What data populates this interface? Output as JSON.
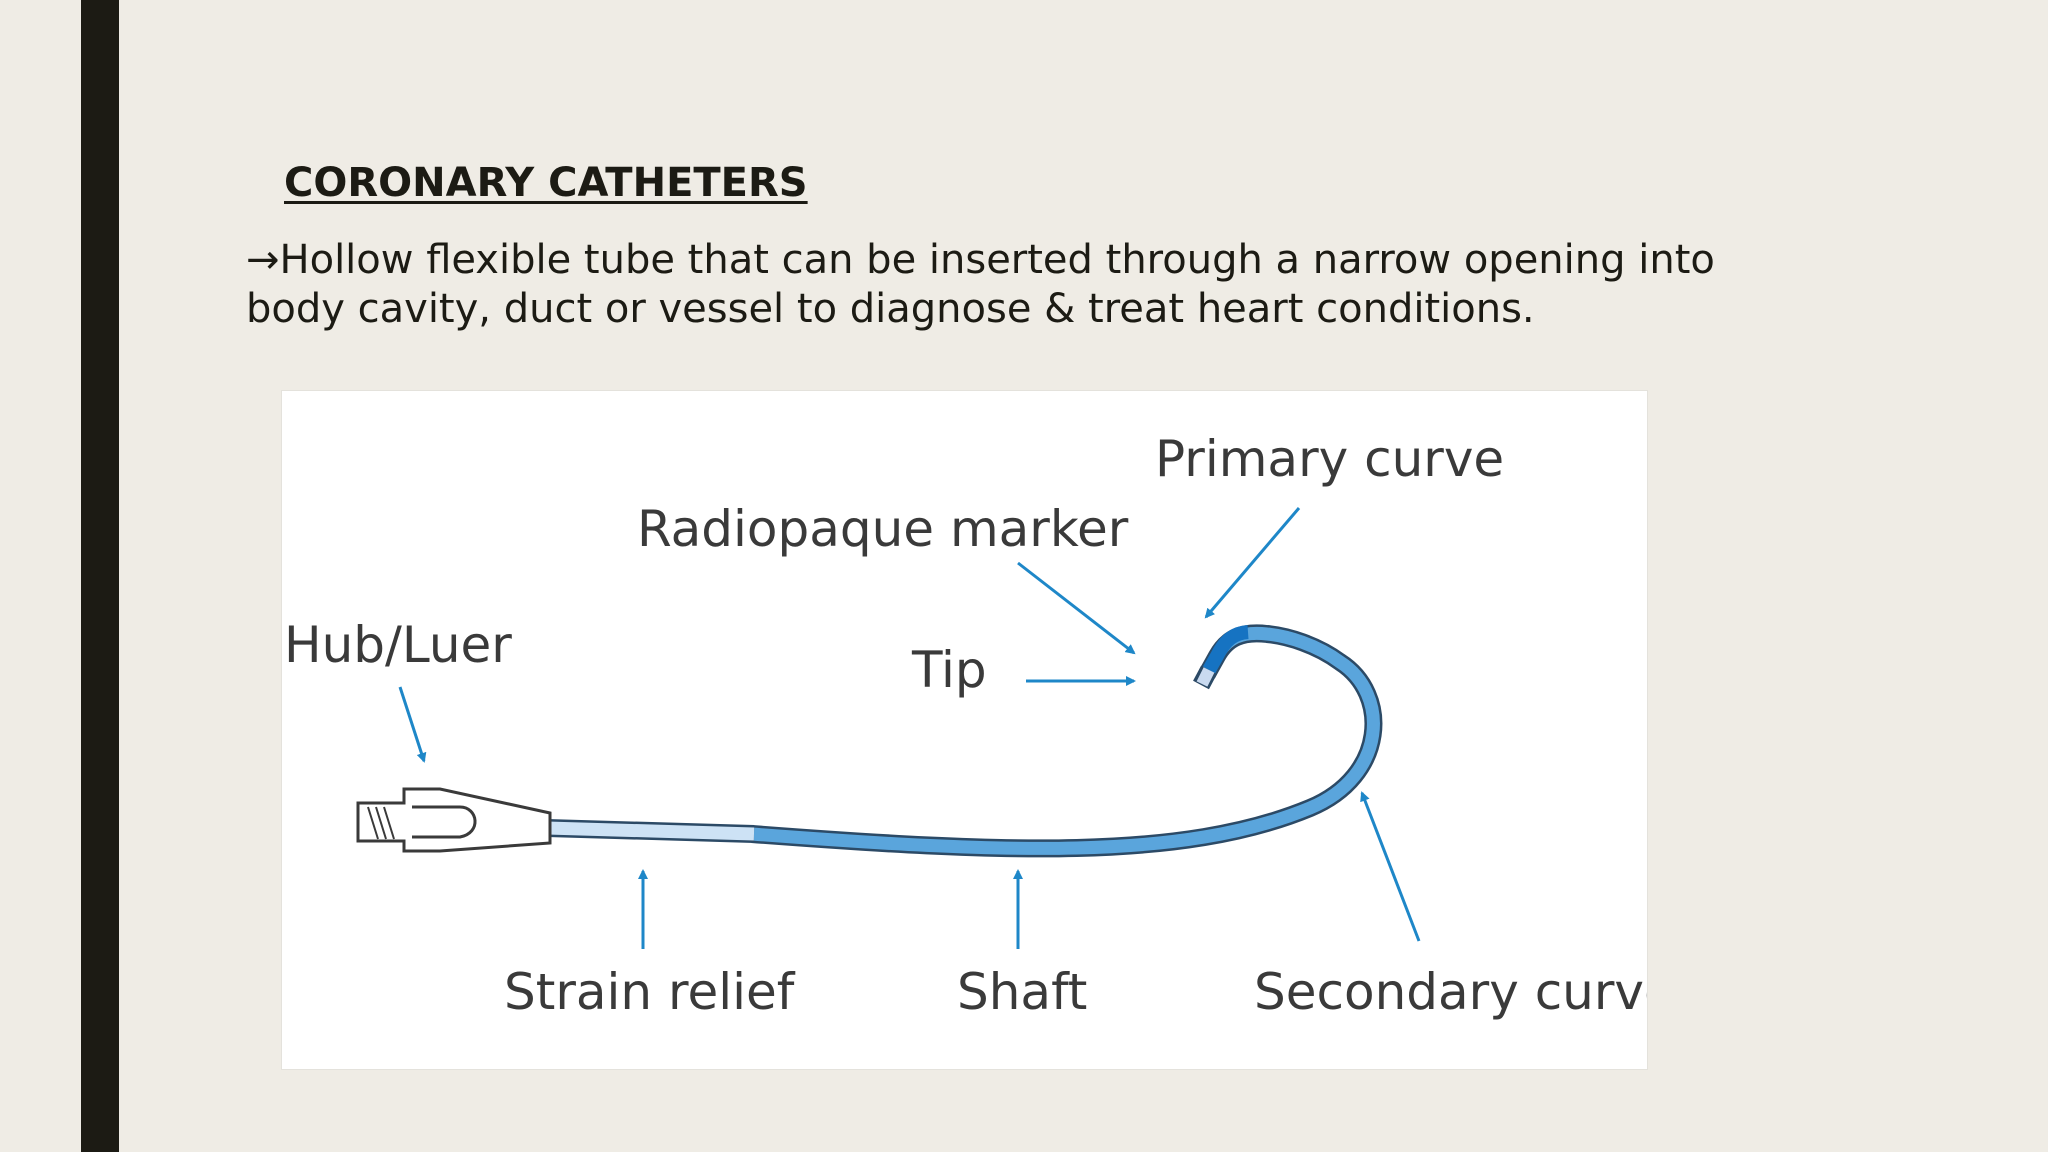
{
  "slide": {
    "title": "CORONARY CATHETERS",
    "body": "→Hollow flexible tube that can be inserted through a narrow opening into body cavity, duct or vessel to diagnose & treat heart conditions."
  },
  "diagram": {
    "labels": {
      "primary_curve": "Primary curve",
      "radiopaque_marker": "Radiopaque marker",
      "hub_luer": "Hub/Luer",
      "tip": "Tip",
      "strain_relief": "Strain relief",
      "shaft": "Shaft",
      "secondary_curve": "Secondary curve"
    },
    "colors": {
      "catheter_fill": "#5aa5dc",
      "catheter_outline": "#2c4a66",
      "marker": "#1673c2",
      "strain_relief": "#cde2f5",
      "tip": "#c9daf0",
      "arrow": "#1e87c8",
      "label_text": "#3a3a3a"
    }
  }
}
